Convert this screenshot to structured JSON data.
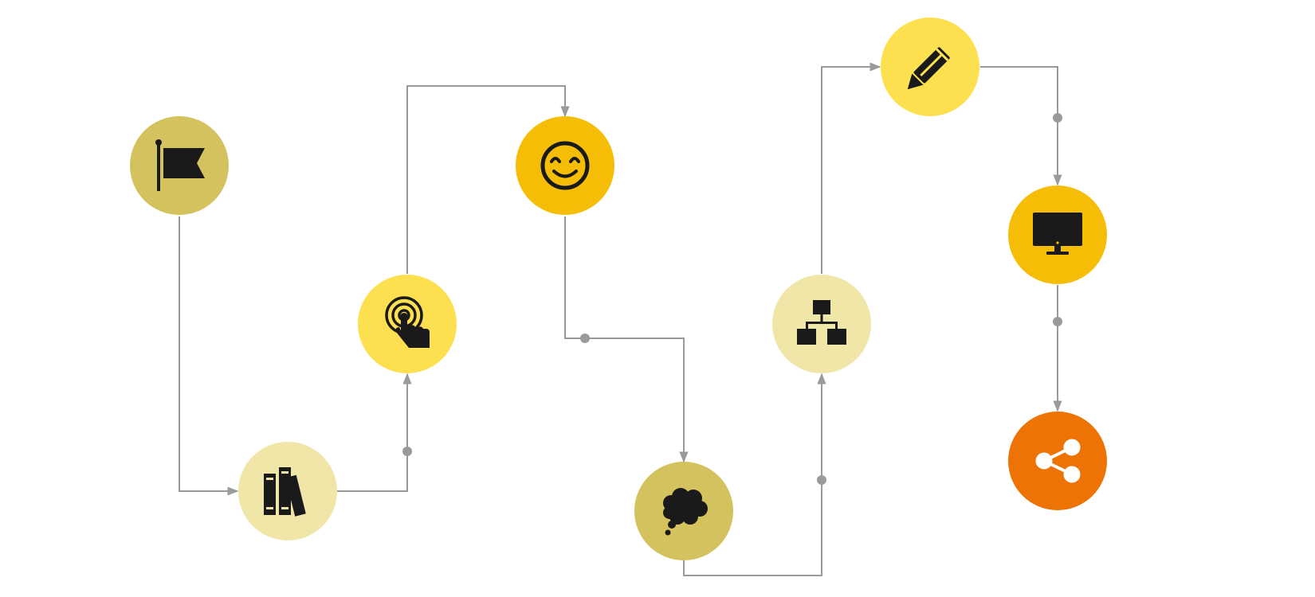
{
  "diagram": {
    "type": "process-flow",
    "colors": {
      "connector": "#9a9a9a",
      "icon": "#1a1a1a",
      "icon_on_dark": "#ffffff",
      "background": "#ffffff"
    },
    "nodes": [
      {
        "id": "start",
        "icon": "flag-icon",
        "color": "#d4c25e"
      },
      {
        "id": "library",
        "icon": "books-icon",
        "color": "#efe6a8"
      },
      {
        "id": "interact",
        "icon": "touch-icon",
        "color": "#fde04f"
      },
      {
        "id": "happy",
        "icon": "smiley-icon",
        "color": "#f6bd06"
      },
      {
        "id": "thought",
        "icon": "thought-icon",
        "color": "#d4c25e"
      },
      {
        "id": "structure",
        "icon": "hierarchy-icon",
        "color": "#efe6a8"
      },
      {
        "id": "write",
        "icon": "pencil-icon",
        "color": "#fde04f"
      },
      {
        "id": "computer",
        "icon": "monitor-icon",
        "color": "#f6bd06"
      },
      {
        "id": "share",
        "icon": "share-icon",
        "color": "#ed7304"
      }
    ],
    "connections": [
      [
        "start",
        "library"
      ],
      [
        "library",
        "interact"
      ],
      [
        "interact",
        "happy"
      ],
      [
        "happy",
        "thought"
      ],
      [
        "thought",
        "structure"
      ],
      [
        "structure",
        "write"
      ],
      [
        "write",
        "computer"
      ],
      [
        "computer",
        "share"
      ]
    ]
  }
}
